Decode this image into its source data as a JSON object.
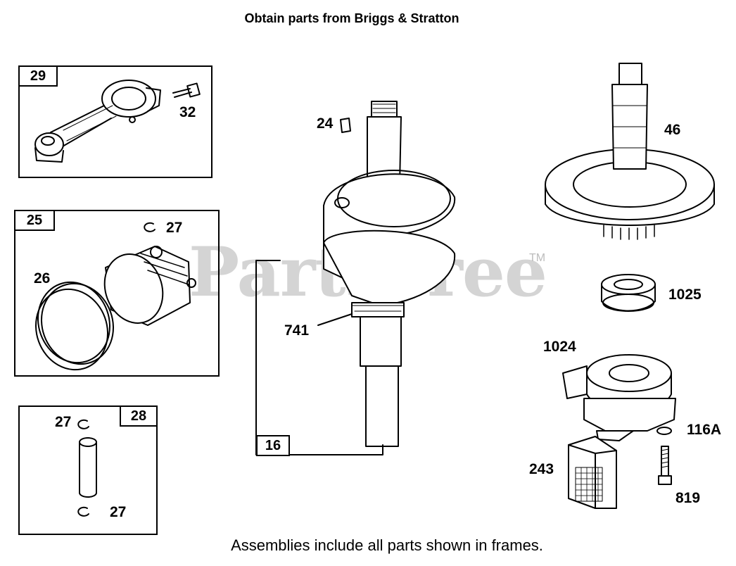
{
  "header": {
    "title": "Obtain parts from Briggs & Stratton"
  },
  "watermark": {
    "text": "PartsTree",
    "tm": "TM"
  },
  "footer": {
    "note": "Assemblies include all parts shown in frames."
  },
  "frames": {
    "f29": "29",
    "f25": "25",
    "f28": "28",
    "f16": "16"
  },
  "callouts": {
    "c32": "32",
    "c27a": "27",
    "c26": "26",
    "c27b": "27",
    "c27c": "27",
    "c24": "24",
    "c741": "741",
    "c46": "46",
    "c1025": "1025",
    "c1024": "1024",
    "c116a": "116A",
    "c243": "243",
    "c819": "819"
  }
}
